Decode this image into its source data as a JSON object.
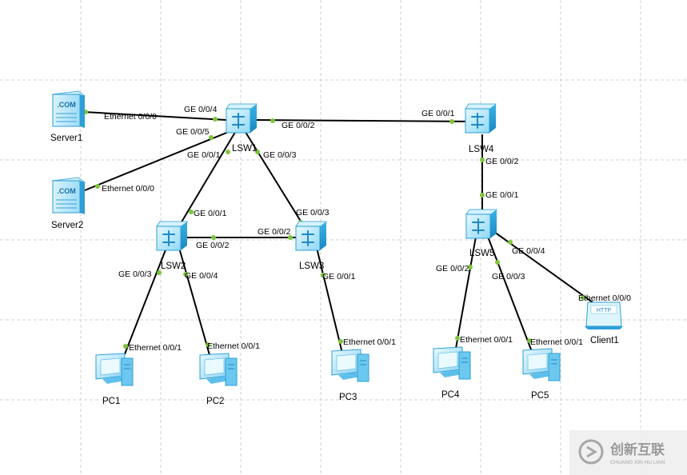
{
  "devices": {
    "server1": {
      "label": "Server1",
      "kind": "server",
      "icon_text": ".COM"
    },
    "server2": {
      "label": "Server2",
      "kind": "server",
      "icon_text": ".COM"
    },
    "lsw1": {
      "label": "LSW1",
      "kind": "switch"
    },
    "lsw2": {
      "label": "LSW2",
      "kind": "switch"
    },
    "lsw3": {
      "label": "LSW3",
      "kind": "switch"
    },
    "lsw4": {
      "label": "LSW4",
      "kind": "switch"
    },
    "lsw5": {
      "label": "LSW5",
      "kind": "switch"
    },
    "pc1": {
      "label": "PC1",
      "kind": "pc"
    },
    "pc2": {
      "label": "PC2",
      "kind": "pc"
    },
    "pc3": {
      "label": "PC3",
      "kind": "pc"
    },
    "pc4": {
      "label": "PC4",
      "kind": "pc"
    },
    "pc5": {
      "label": "PC5",
      "kind": "pc"
    },
    "client1": {
      "label": "Client1",
      "kind": "client",
      "icon_text": "HTTP"
    }
  },
  "links": [
    {
      "a": "server1",
      "a_port": "Ethernet 0/0/0",
      "b": "lsw1",
      "b_port": "GE 0/0/4"
    },
    {
      "a": "server2",
      "a_port": "Ethernet 0/0/0",
      "b": "lsw1",
      "b_port": "GE 0/0/5"
    },
    {
      "a": "lsw1",
      "a_port": "GE 0/0/2",
      "b": "lsw4",
      "b_port": "GE 0/0/1"
    },
    {
      "a": "lsw1",
      "a_port": "GE 0/0/1",
      "b": "lsw2",
      "b_port": "GE 0/0/1"
    },
    {
      "a": "lsw1",
      "a_port": "GE 0/0/3",
      "b": "lsw3",
      "b_port": "GE 0/0/3"
    },
    {
      "a": "lsw2",
      "a_port": "GE 0/0/2",
      "b": "lsw3",
      "b_port": "GE 0/0/2"
    },
    {
      "a": "lsw4",
      "a_port": "GE 0/0/2",
      "b": "lsw5",
      "b_port": "GE 0/0/1"
    },
    {
      "a": "lsw2",
      "a_port": "GE 0/0/3",
      "b": "pc1",
      "b_port": "Ethernet 0/0/1"
    },
    {
      "a": "lsw2",
      "a_port": "GE 0/0/4",
      "b": "pc2",
      "b_port": "Ethernet 0/0/1"
    },
    {
      "a": "lsw3",
      "a_port": "GE 0/0/1",
      "b": "pc3",
      "b_port": "Ethernet 0/0/1"
    },
    {
      "a": "lsw5",
      "a_port": "GE 0/0/2",
      "b": "pc4",
      "b_port": "Ethernet 0/0/1"
    },
    {
      "a": "lsw5",
      "a_port": "GE 0/0/3",
      "b": "pc5",
      "b_port": "Ethernet 0/0/1"
    },
    {
      "a": "lsw5",
      "a_port": "GE 0/0/4",
      "b": "client1",
      "b_port": "Ethernet 0/0/0"
    }
  ],
  "watermark": {
    "text": "创新互联",
    "subtext": "CHUANG XIN HU LIAN"
  },
  "colors": {
    "grid": "#d0d0d0",
    "link": "#000000",
    "port_dot": "#7dc53b",
    "device_blue": "#29a9e1",
    "device_light": "#bfe9fb"
  }
}
